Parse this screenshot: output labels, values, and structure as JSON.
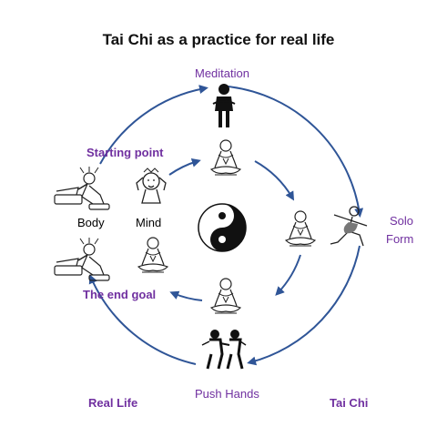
{
  "title": "Tai Chi as a practice for real life",
  "labels": {
    "meditation": "Meditation",
    "starting_point": "Starting point",
    "body": "Body",
    "mind": "Mind",
    "the_end_goal": "The end goal",
    "solo_form_line1": "Solo",
    "solo_form_line2": "Form",
    "push_hands": "Push Hands",
    "real_life": "Real Life",
    "tai_chi": "Tai Chi"
  },
  "colors": {
    "arrow": "#2f5597",
    "label_purple": "#7030a0",
    "title": "#111111"
  },
  "icons": {
    "center": "yin-yang-icon",
    "meditation_top": "standing-meditator-icon",
    "meditators": "seated-meditator-icon",
    "solo_form": "tai-chi-pose-icon",
    "push_hands": "push-hands-pair-icon",
    "stressed_body": "stressed-person-at-desk-icon",
    "stressed_mind": "stressed-head-icon"
  }
}
